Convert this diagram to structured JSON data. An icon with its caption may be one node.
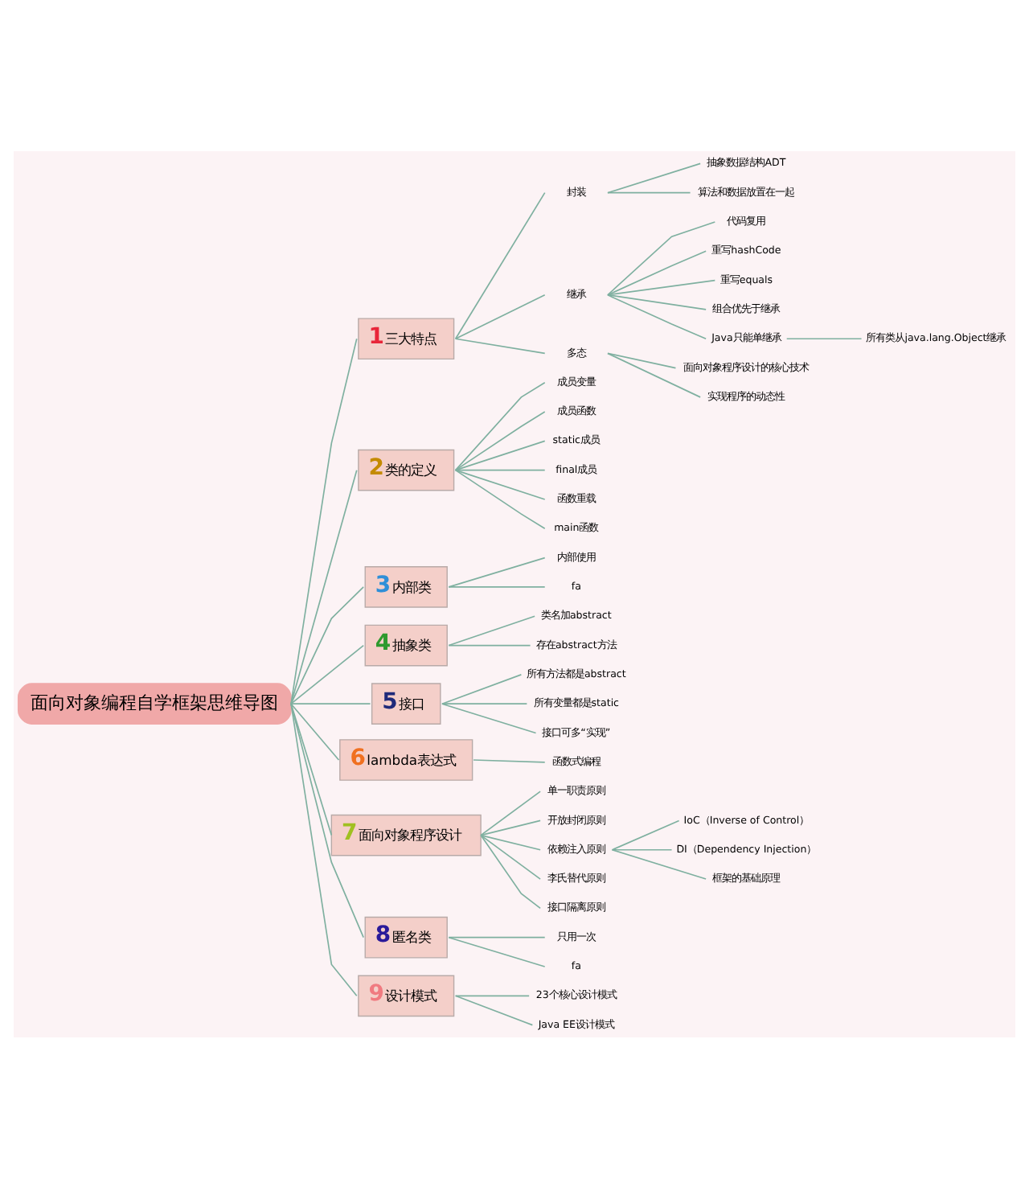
{
  "diagram": {
    "nodes": [
      {
        "text": [
          "面向对象编程自学框架思维导图"
        ]
      },
      {
        "text": [
          "1",
          "三大特点"
        ]
      },
      {
        "text": [
          "封装"
        ]
      },
      {
        "text": [
          "抽象数据结构ADT"
        ]
      },
      {
        "text": [
          "算法和数据放置在一起"
        ]
      },
      {
        "text": [
          "继承"
        ]
      },
      {
        "text": [
          "代码复用"
        ]
      },
      {
        "text": [
          "重写hashCode"
        ]
      },
      {
        "text": [
          "重写equals"
        ]
      },
      {
        "text": [
          "组合优先于继承"
        ]
      },
      {
        "text": [
          "Java只能单继承"
        ]
      },
      {
        "text": [
          "所有类从java.lang.Object继承"
        ]
      },
      {
        "text": [
          "多态"
        ]
      },
      {
        "text": [
          "面向对象程序设计的核心技术"
        ]
      },
      {
        "text": [
          "实现程序的动态性"
        ]
      },
      {
        "text": [
          "2",
          "类的定义"
        ]
      },
      {
        "text": [
          "成员变量"
        ]
      },
      {
        "text": [
          "成员函数"
        ]
      },
      {
        "text": [
          "static成员"
        ]
      },
      {
        "text": [
          "final成员"
        ]
      },
      {
        "text": [
          "函数重载"
        ]
      },
      {
        "text": [
          "main函数"
        ]
      },
      {
        "text": [
          "3",
          "内部类"
        ]
      },
      {
        "text": [
          "内部使用"
        ]
      },
      {
        "text": [
          "fa"
        ]
      },
      {
        "text": [
          "4",
          "抽象类"
        ]
      },
      {
        "text": [
          "类名加abstract"
        ]
      },
      {
        "text": [
          "存在abstract方法"
        ]
      },
      {
        "text": [
          "5",
          "接口"
        ]
      },
      {
        "text": [
          "所有方法都是abstract"
        ]
      },
      {
        "text": [
          "所有变量都是static"
        ]
      },
      {
        "text": [
          "接口可多“实现”"
        ]
      },
      {
        "text": [
          "6",
          "lambda表达式"
        ]
      },
      {
        "text": [
          "函数式编程"
        ]
      },
      {
        "text": [
          "7",
          "面向对象程序设计"
        ]
      },
      {
        "text": [
          "单一职责原则"
        ]
      },
      {
        "text": [
          "开放封闭原则"
        ]
      },
      {
        "text": [
          "依赖注入原则"
        ]
      },
      {
        "text": [
          "IoC（Inverse of Control）"
        ]
      },
      {
        "text": [
          "DI（Dependency Injection）"
        ]
      },
      {
        "text": [
          "框架的基础原理"
        ]
      },
      {
        "text": [
          "李氏替代原则"
        ]
      },
      {
        "text": [
          "接口隔离原则"
        ]
      },
      {
        "text": [
          "8",
          "匿名类"
        ]
      },
      {
        "text": [
          "只用一次"
        ]
      },
      {
        "text": [
          "fa"
        ]
      },
      {
        "text": [
          "9",
          "设计模式"
        ]
      },
      {
        "text": [
          "23个核心设计模式"
        ]
      },
      {
        "text": [
          "Java EE设计模式"
        ]
      }
    ],
    "edges": [
      {
        "from": 0,
        "to": 1,
        "arrow": "none"
      },
      {
        "from": 1,
        "to": 2,
        "arrow": "none"
      },
      {
        "from": 2,
        "to": 3,
        "arrow": "none"
      },
      {
        "from": 2,
        "to": 4,
        "arrow": "none"
      },
      {
        "from": 1,
        "to": 5,
        "arrow": "none"
      },
      {
        "from": 5,
        "to": 6,
        "arrow": "none"
      },
      {
        "from": 5,
        "to": 7,
        "arrow": "none"
      },
      {
        "from": 5,
        "to": 8,
        "arrow": "none"
      },
      {
        "from": 5,
        "to": 9,
        "arrow": "none"
      },
      {
        "from": 5,
        "to": 10,
        "arrow": "none"
      },
      {
        "from": 10,
        "to": 11,
        "arrow": "none"
      },
      {
        "from": 1,
        "to": 12,
        "arrow": "none"
      },
      {
        "from": 12,
        "to": 13,
        "arrow": "none"
      },
      {
        "from": 12,
        "to": 14,
        "arrow": "none"
      },
      {
        "from": 0,
        "to": 15,
        "arrow": "none"
      },
      {
        "from": 15,
        "to": 16,
        "arrow": "none"
      },
      {
        "from": 15,
        "to": 17,
        "arrow": "none"
      },
      {
        "from": 15,
        "to": 18,
        "arrow": "none"
      },
      {
        "from": 15,
        "to": 19,
        "arrow": "none"
      },
      {
        "from": 15,
        "to": 20,
        "arrow": "none"
      },
      {
        "from": 15,
        "to": 21,
        "arrow": "none"
      },
      {
        "from": 0,
        "to": 22,
        "arrow": "none"
      },
      {
        "from": 22,
        "to": 23,
        "arrow": "none"
      },
      {
        "from": 22,
        "to": 24,
        "arrow": "none"
      },
      {
        "from": 0,
        "to": 25,
        "arrow": "none"
      },
      {
        "from": 25,
        "to": 26,
        "arrow": "none"
      },
      {
        "from": 25,
        "to": 27,
        "arrow": "none"
      },
      {
        "from": 0,
        "to": 28,
        "arrow": "none"
      },
      {
        "from": 28,
        "to": 29,
        "arrow": "none"
      },
      {
        "from": 28,
        "to": 30,
        "arrow": "none"
      },
      {
        "from": 28,
        "to": 31,
        "arrow": "none"
      },
      {
        "from": 0,
        "to": 32,
        "arrow": "none"
      },
      {
        "from": 32,
        "to": 33,
        "arrow": "none"
      },
      {
        "from": 0,
        "to": 34,
        "arrow": "none"
      },
      {
        "from": 34,
        "to": 35,
        "arrow": "none"
      },
      {
        "from": 34,
        "to": 36,
        "arrow": "none"
      },
      {
        "from": 34,
        "to": 37,
        "arrow": "none"
      },
      {
        "from": 37,
        "to": 38,
        "arrow": "none"
      },
      {
        "from": 37,
        "to": 39,
        "arrow": "none"
      },
      {
        "from": 37,
        "to": 40,
        "arrow": "none"
      },
      {
        "from": 34,
        "to": 41,
        "arrow": "none"
      },
      {
        "from": 34,
        "to": 42,
        "arrow": "none"
      },
      {
        "from": 0,
        "to": 43,
        "arrow": "none"
      },
      {
        "from": 43,
        "to": 44,
        "arrow": "none"
      },
      {
        "from": 43,
        "to": 45,
        "arrow": "none"
      },
      {
        "from": 0,
        "to": 46,
        "arrow": "none"
      },
      {
        "from": 46,
        "to": 47,
        "arrow": "none"
      },
      {
        "from": 46,
        "to": 48,
        "arrow": "none"
      }
    ]
  }
}
